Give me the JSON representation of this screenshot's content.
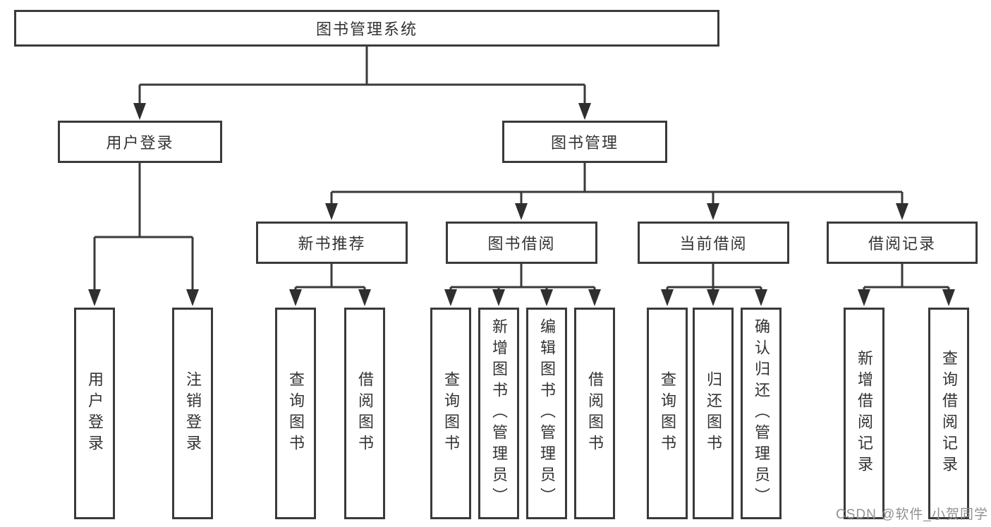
{
  "tree": {
    "root": {
      "label": "图书管理系统"
    },
    "branches": [
      {
        "label": "用户登录",
        "children": [
          {
            "label": "用户登录"
          },
          {
            "label": "注销登录"
          }
        ]
      },
      {
        "label": "图书管理",
        "children": [
          {
            "label": "新书推荐",
            "children": [
              {
                "label": "查询图书"
              },
              {
                "label": "借阅图书"
              }
            ]
          },
          {
            "label": "图书借阅",
            "children": [
              {
                "label": "查询图书"
              },
              {
                "label": "新增图书（管理员）"
              },
              {
                "label": "编辑图书（管理员）"
              },
              {
                "label": "借阅图书"
              }
            ]
          },
          {
            "label": "当前借阅",
            "children": [
              {
                "label": "查询图书"
              },
              {
                "label": "归还图书"
              },
              {
                "label": "确认归还（管理员）"
              }
            ]
          },
          {
            "label": "借阅记录",
            "children": [
              {
                "label": "新增借阅记录"
              },
              {
                "label": "查询借阅记录"
              }
            ]
          }
        ]
      }
    ]
  },
  "watermark": {
    "text": "CSDN @软件_小贺同学"
  },
  "colors": {
    "line": "#3a3a3a",
    "box_border": "#3a3a3a",
    "text": "#333333",
    "background": "#ffffff",
    "watermark": "#919191"
  }
}
